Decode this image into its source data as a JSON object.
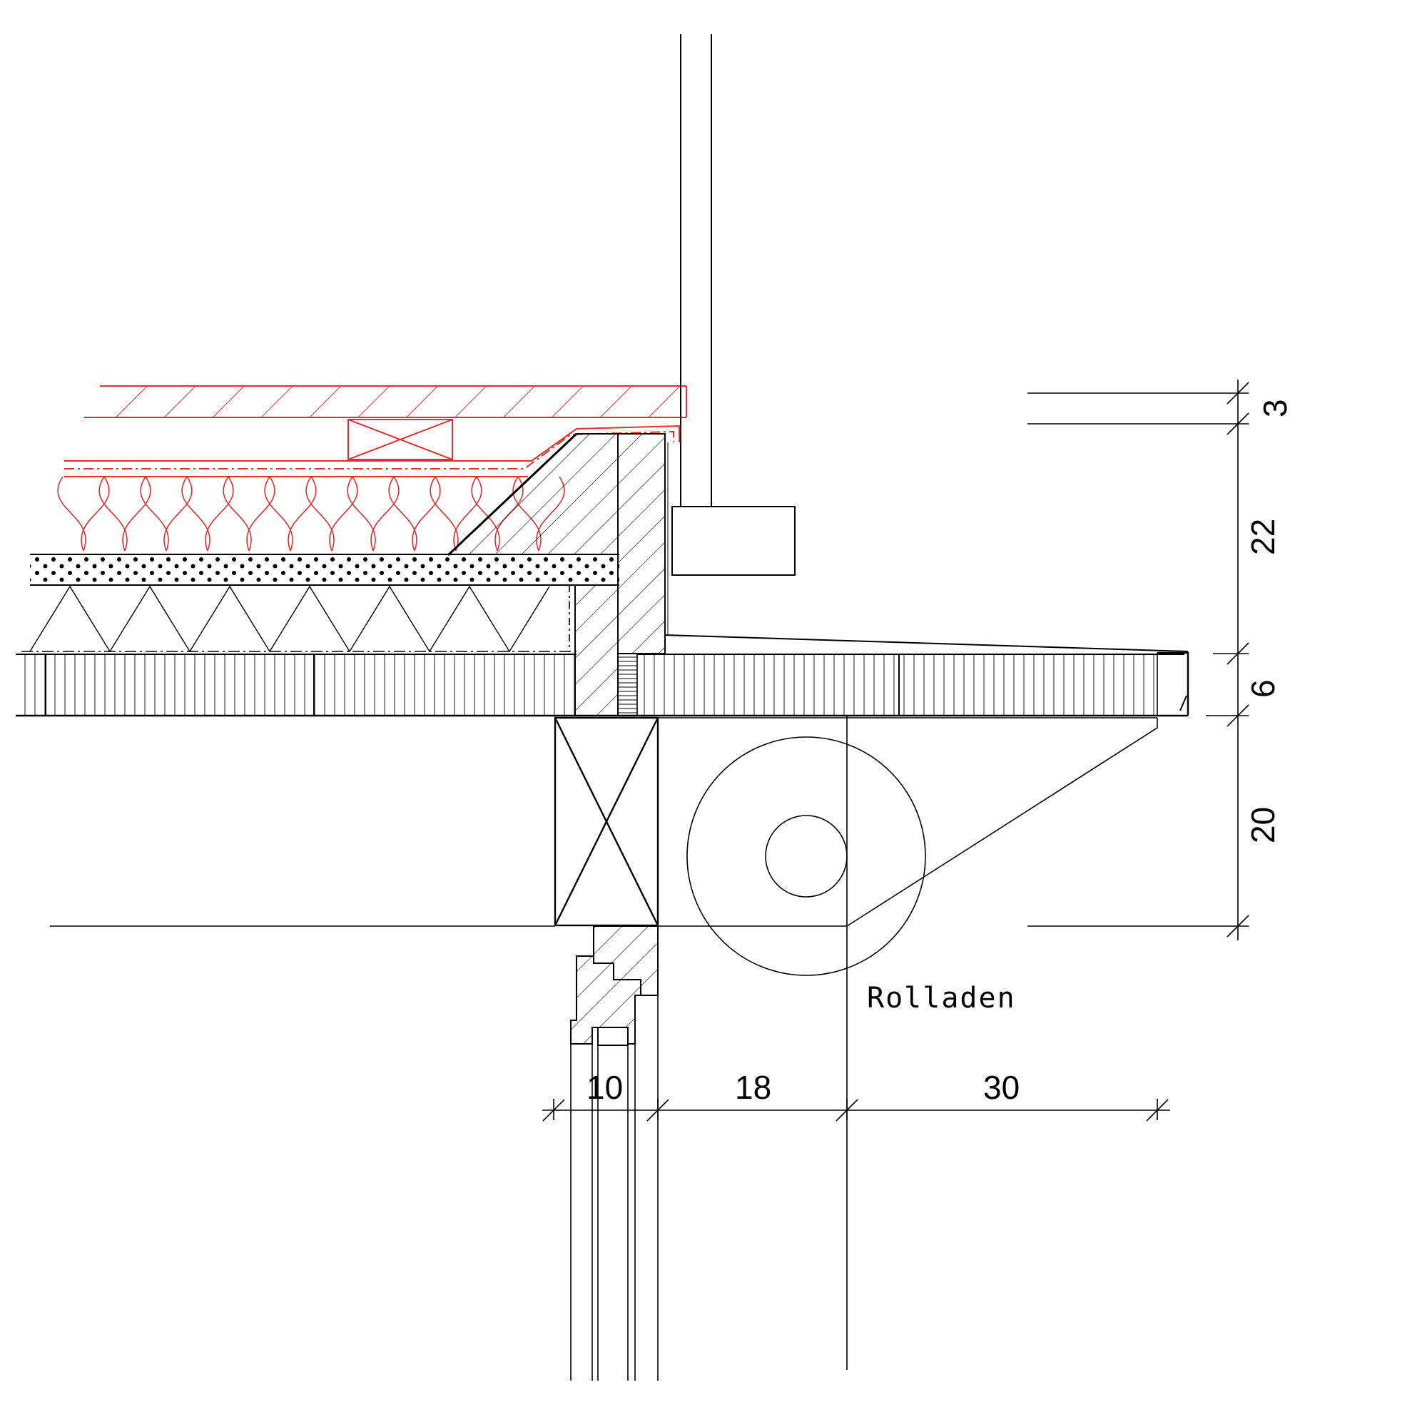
{
  "drawing": {
    "type": "architectural section detail",
    "colors": {
      "line": "#000000",
      "roof_layers": "#e03030",
      "background": "#ffffff"
    }
  },
  "labels": {
    "component": "Rolladen"
  },
  "dimensions": {
    "horizontal": [
      "10",
      "18",
      "30"
    ],
    "vertical": [
      "3",
      "22",
      "6",
      "20"
    ]
  }
}
